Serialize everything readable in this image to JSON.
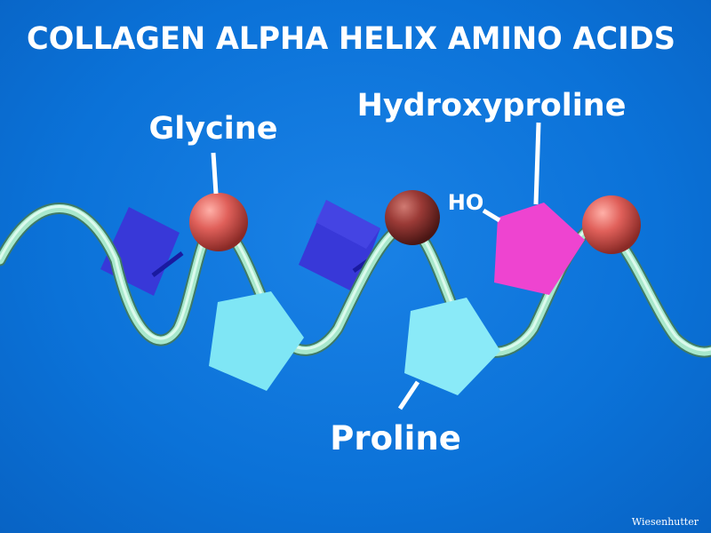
{
  "title": "COLLAGEN ALPHA HELIX AMINO ACIDS",
  "labels": {
    "glycine": "Glycine",
    "hydroxyproline": "Hydroxyproline",
    "proline": "Proline",
    "hydroxyl_group": "HO"
  },
  "credit": "Wiesenhutter",
  "colors": {
    "background": "#0b72d8",
    "helix": "#9fe0c0",
    "glycine_sphere": "#e0605a",
    "hydroxyproline_sphere": "#9a3a36",
    "proline": "#7fe6f5",
    "hydroxyproline": "#ee44d0",
    "side_square": "#3838d8"
  }
}
